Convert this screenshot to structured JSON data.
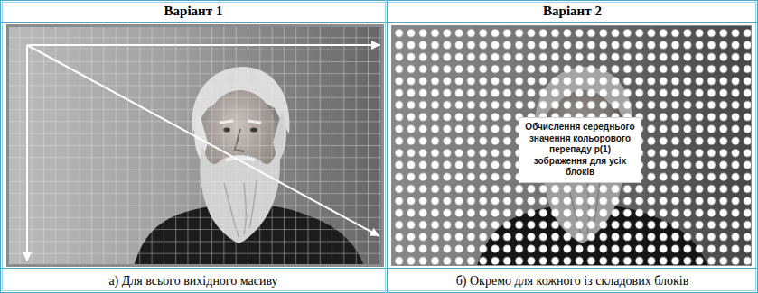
{
  "diagram": {
    "nodes": [
      {
        "text": [
          "Обчислення середнього значення кольорового перепаду p(1) зображення для усіх блоків"
        ]
      }
    ],
    "labels": [
      "Варіант 1",
      "Варіант 2",
      "а) Для всього вихідного масиву",
      "б) Окремо для кожного із складових блоків"
    ]
  }
}
